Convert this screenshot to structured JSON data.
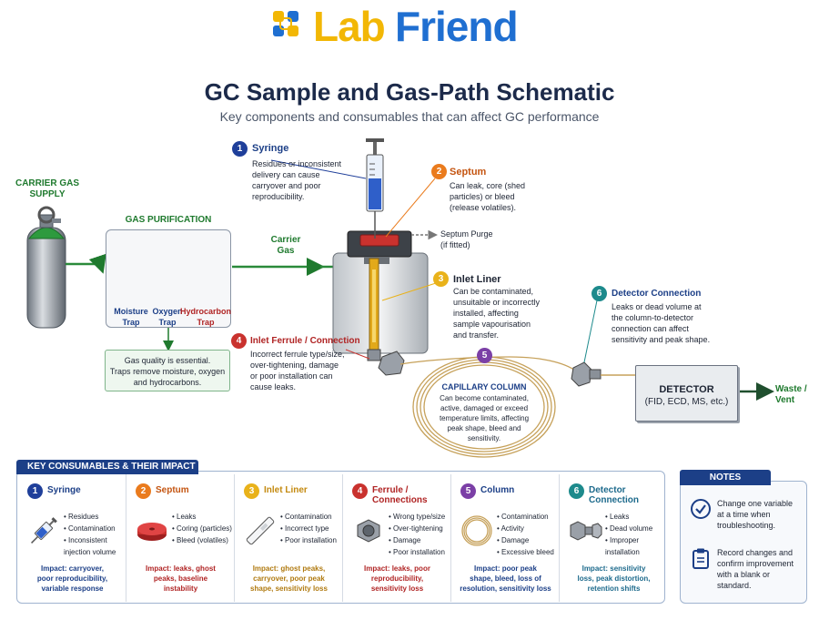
{
  "logo": {
    "part1": "Lab",
    "part2": "Friend"
  },
  "title": "GC Sample and Gas-Path Schematic",
  "subtitle": "Key components and consumables that can affect GC performance",
  "colors": {
    "navy": "#1c3f87",
    "green": "#1f7a2e",
    "orange": "#ea7b1d",
    "gold": "#e9b21a",
    "red": "#c9322e",
    "purple": "#7b3fa6",
    "teal": "#1d8a8c",
    "logo_yellow": "#f2b705",
    "logo_blue": "#1f6fd1"
  },
  "schematic": {
    "carrier_gas_supply": [
      "CARRIER GAS",
      "SUPPLY"
    ],
    "gas_purification": {
      "title": "GAS PURIFICATION",
      "traps": [
        {
          "line1": "Moisture",
          "line2": "Trap",
          "color": "#1f4fc4"
        },
        {
          "line1": "Oxygen",
          "line2": "Trap",
          "color": "#2a9a3a"
        },
        {
          "line1": "Hydrocarbon",
          "line2": "Trap",
          "color": "#c9322e"
        }
      ]
    },
    "gas_quality_note": [
      "Gas quality is essential.",
      "Traps remove moisture, oxygen",
      "and hydrocarbons."
    ],
    "carrier_gas_label": [
      "Carrier",
      "Gas"
    ],
    "septum_purge": [
      "Septum Purge",
      "(if fitted)"
    ],
    "callouts": [
      {
        "num": "1",
        "title": "Syringe",
        "text": [
          "Residues or inconsistent",
          "delivery can cause",
          "carryover and poor",
          "reproducibility."
        ]
      },
      {
        "num": "2",
        "title": "Septum",
        "text": [
          "Can leak, core (shed",
          "particles) or bleed",
          "(release volatiles)."
        ]
      },
      {
        "num": "3",
        "title": "Inlet Liner",
        "text": [
          "Can be contaminated,",
          "unsuitable or incorrectly",
          "installed, affecting",
          "sample vapourisation",
          "and transfer."
        ]
      },
      {
        "num": "4",
        "title": "Inlet Ferrule / Connection",
        "text": [
          "Incorrect ferrule type/size,",
          "over-tightening, damage",
          "or poor installation can",
          "cause leaks."
        ]
      },
      {
        "num": "5",
        "title": "CAPILLARY COLUMN",
        "text": [
          "Can become contaminated,",
          "active, damaged or exceed",
          "temperature limits, affecting",
          "peak shape, bleed and",
          "sensitivity."
        ]
      },
      {
        "num": "6",
        "title": "Detector Connection",
        "text": [
          "Leaks or dead volume at",
          "the column-to-detector",
          "connection can affect",
          "sensitivity and peak shape."
        ]
      }
    ],
    "detector": {
      "title": "DETECTOR",
      "subtitle": "(FID, ECD, MS, etc.)"
    },
    "waste": [
      "Waste /",
      "Vent"
    ]
  },
  "key_consumables": {
    "title": "KEY CONSUMABLES & THEIR IMPACT",
    "items": [
      {
        "num": "1",
        "name": [
          "Syringe",
          ""
        ],
        "icon": "syringe-icon",
        "bullets": [
          "Residues",
          "Contamination",
          "Inconsistent injection volume"
        ],
        "impact": [
          "Impact: carryover,",
          "poor reproducibility,",
          "variable response"
        ]
      },
      {
        "num": "2",
        "name": [
          "Septum",
          ""
        ],
        "icon": "septum-icon",
        "bullets": [
          "Leaks",
          "Coring (particles)",
          "Bleed (volatiles)"
        ],
        "impact": [
          "Impact: leaks, ghost",
          "peaks, baseline",
          "instability"
        ]
      },
      {
        "num": "3",
        "name": [
          "Inlet Liner",
          ""
        ],
        "icon": "liner-icon",
        "bullets": [
          "Contamination",
          "Incorrect type",
          "Poor installation"
        ],
        "impact": [
          "Impact: ghost peaks,",
          "carryover, poor peak",
          "shape, sensitivity loss"
        ]
      },
      {
        "num": "4",
        "name": [
          "Ferrule /",
          "Connections"
        ],
        "icon": "ferrule-icon",
        "bullets": [
          "Wrong type/size",
          "Over-tightening",
          "Damage",
          "Poor installation"
        ],
        "impact": [
          "Impact: leaks, poor",
          "reproducibility,",
          "sensitivity loss"
        ]
      },
      {
        "num": "5",
        "name": [
          "Column",
          ""
        ],
        "icon": "column-icon",
        "bullets": [
          "Contamination",
          "Activity",
          "Damage",
          "Excessive bleed"
        ],
        "impact": [
          "Impact: poor peak",
          "shape, bleed, loss of",
          "resolution, sensitivity loss"
        ]
      },
      {
        "num": "6",
        "name": [
          "Detector",
          "Connection"
        ],
        "icon": "detector-fitting-icon",
        "bullets": [
          "Leaks",
          "Dead volume",
          "Improper installation"
        ],
        "impact": [
          "Impact: sensitivity",
          "loss, peak distortion,",
          "retention shifts"
        ]
      }
    ]
  },
  "notes": {
    "title": "NOTES",
    "items": [
      {
        "icon": "check-circle-icon",
        "text": [
          "Change one variable",
          "at a time when",
          "troubleshooting."
        ]
      },
      {
        "icon": "clipboard-icon",
        "text": [
          "Record changes and",
          "confirm improvement",
          "with a blank or",
          "standard."
        ]
      }
    ]
  }
}
